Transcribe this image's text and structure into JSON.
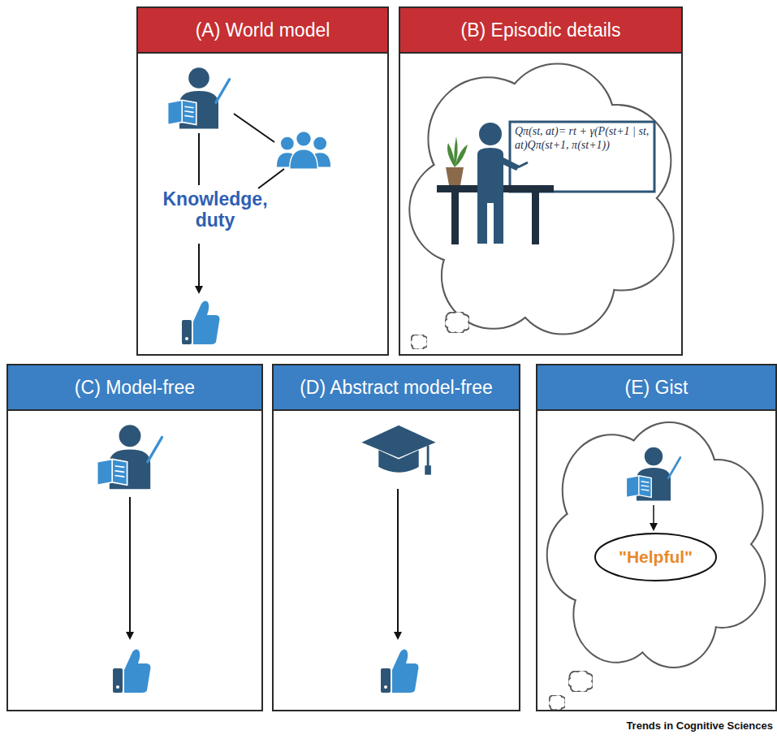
{
  "diagram": {
    "nodes": [
      {
        "text": [
          "(A) World model"
        ]
      },
      {
        "text": [
          "(B) Episodic details"
        ]
      },
      {
        "text": [
          "(C) Model-free"
        ]
      },
      {
        "text": [
          "(D) Abstract model-free"
        ]
      },
      {
        "text": [
          "(E) Gist"
        ]
      },
      {
        "text": [
          "\"Helpful\""
        ],
        "in": 4
      }
    ],
    "labels": [
      "Knowledge, duty",
      "Qπ(st, at)= rt + γ(P(st+1 | st, at)Qπ(st+1, π(st+1))",
      "Trends in Cognitive Sciences"
    ]
  }
}
